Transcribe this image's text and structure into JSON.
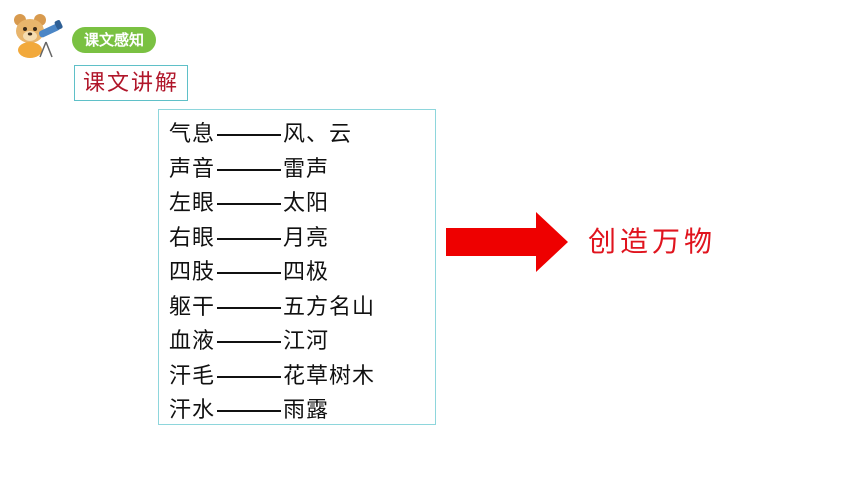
{
  "header": {
    "badge_label": "课文感知",
    "mascot_icon": "bear-telescope-icon",
    "badge_color": "#7ac142"
  },
  "section": {
    "title": "课文讲解",
    "title_color": "#b0162a"
  },
  "mapping": {
    "rows": [
      {
        "source": "气息",
        "target": "风、云"
      },
      {
        "source": "声音",
        "target": "雷声"
      },
      {
        "source": "左眼",
        "target": "太阳"
      },
      {
        "source": "右眼",
        "target": "月亮"
      },
      {
        "source": "四肢",
        "target": "四极"
      },
      {
        "source": "躯干",
        "target": "五方名山"
      },
      {
        "source": "血液",
        "target": "江河"
      },
      {
        "source": "汗毛",
        "target": "花草树木"
      },
      {
        "source": "汗水",
        "target": "雨露"
      }
    ]
  },
  "arrow": {
    "icon": "arrow-right-icon",
    "color": "#ee0000"
  },
  "result": {
    "text": "创造万物",
    "color": "#e0141e"
  }
}
